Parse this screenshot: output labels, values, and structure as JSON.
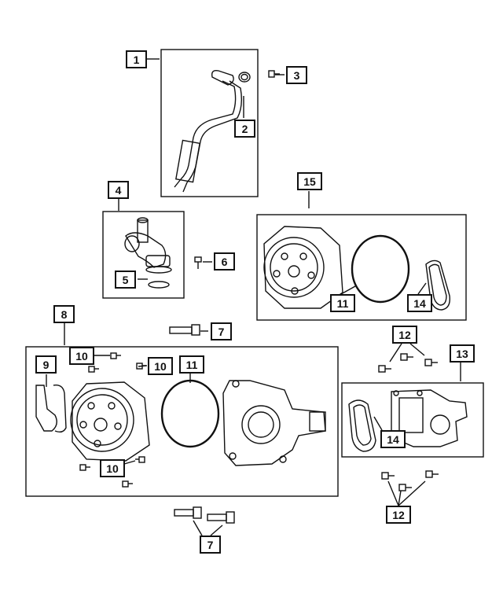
{
  "callouts": {
    "c1": "1",
    "c2": "2",
    "c3": "3",
    "c4": "4",
    "c5": "5",
    "c6": "6",
    "c7a": "7",
    "c7b": "7",
    "c8": "8",
    "c9": "9",
    "c10a": "10",
    "c10b": "10",
    "c10c": "10",
    "c11a": "11",
    "c11b": "11",
    "c12a": "12",
    "c12b": "12",
    "c13": "13",
    "c14a": "14",
    "c14b": "14",
    "c15": "15"
  },
  "colors": {
    "line": "#111111",
    "background": "#ffffff"
  }
}
